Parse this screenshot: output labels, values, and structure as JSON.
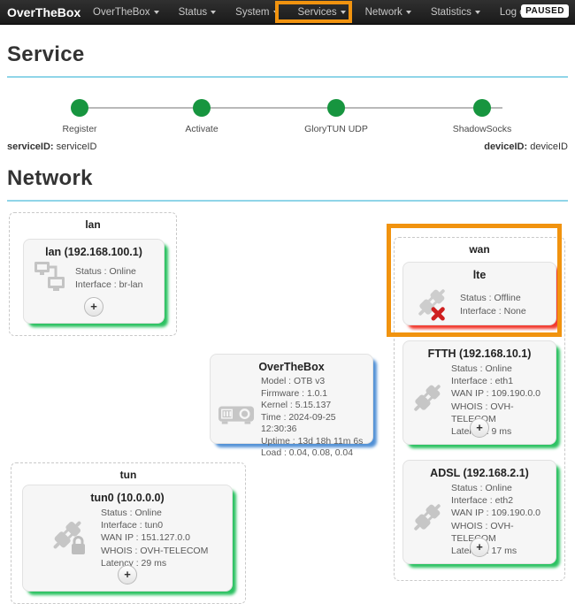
{
  "navbar": {
    "brand": "OverTheBox",
    "items": [
      {
        "label": "OverTheBox"
      },
      {
        "label": "Status"
      },
      {
        "label": "System"
      },
      {
        "label": "Services"
      },
      {
        "label": "Network",
        "highlighted": true
      },
      {
        "label": "Statistics"
      },
      {
        "label": "Log out"
      }
    ],
    "paused_badge": "PAUSED"
  },
  "service": {
    "heading": "Service",
    "steps": [
      {
        "label": "Register",
        "state": "done"
      },
      {
        "label": "Activate",
        "state": "done"
      },
      {
        "label": "GloryTUN UDP",
        "state": "done"
      },
      {
        "label": "ShadowSocks",
        "state": "done"
      }
    ],
    "ids": {
      "service_label": "serviceID:",
      "service_value": "serviceID",
      "device_label": "deviceID:",
      "device_value": "deviceID"
    }
  },
  "network": {
    "heading": "Network",
    "groups": {
      "lan": "lan",
      "wan": "wan",
      "tun": "tun"
    },
    "cards": {
      "lan": {
        "title": "lan (192.168.100.1)",
        "status": "online",
        "icon": "switch-icon",
        "lines": [
          "Status : Online",
          "Interface : br-lan"
        ],
        "add_label": "+"
      },
      "lte": {
        "title": "lte",
        "status": "offline",
        "icon": "plug-offline-icon",
        "lines": [
          "Status : Offline",
          "Interface : None"
        ]
      },
      "ftth": {
        "title": "FTTH (192.168.10.1)",
        "status": "online",
        "icon": "plug-icon",
        "lines": [
          "Status : Online",
          "Interface : eth1",
          "WAN IP : 109.190.0.0",
          "WHOIS : OVH-TELECOM",
          "Latency : 9 ms"
        ],
        "add_label": "+"
      },
      "adsl": {
        "title": "ADSL (192.168.2.1)",
        "status": "online",
        "icon": "plug-icon",
        "lines": [
          "Status : Online",
          "Interface : eth2",
          "WAN IP : 109.190.0.0",
          "WHOIS : OVH-TELECOM",
          "Latency : 17 ms"
        ],
        "add_label": "+"
      },
      "tun0": {
        "title": "tun0 (10.0.0.0)",
        "status": "online",
        "icon": "plug-lock-icon",
        "lines": [
          "Status : Online",
          "Interface : tun0",
          "WAN IP : 151.127.0.0",
          "WHOIS : OVH-TELECOM",
          "Latency : 29 ms"
        ],
        "add_label": "+"
      },
      "otb": {
        "title": "OverTheBox",
        "status": "device",
        "icon": "router-icon",
        "lines": [
          "Model : OTB v3",
          "Firmware : 1.0.1",
          "Kernel : 5.15.137",
          "Time : 2024-09-25 12:30:36",
          "Uptime : 13d 18h 11m 6s",
          "Load : 0.04, 0.08, 0.04"
        ]
      }
    }
  },
  "colors": {
    "online": "#2cc262",
    "offline": "#f23b2f",
    "device": "#5291d6",
    "step_done": "#17953f",
    "accent_rule": "#90d5e8",
    "annotation": "#f1930f"
  }
}
